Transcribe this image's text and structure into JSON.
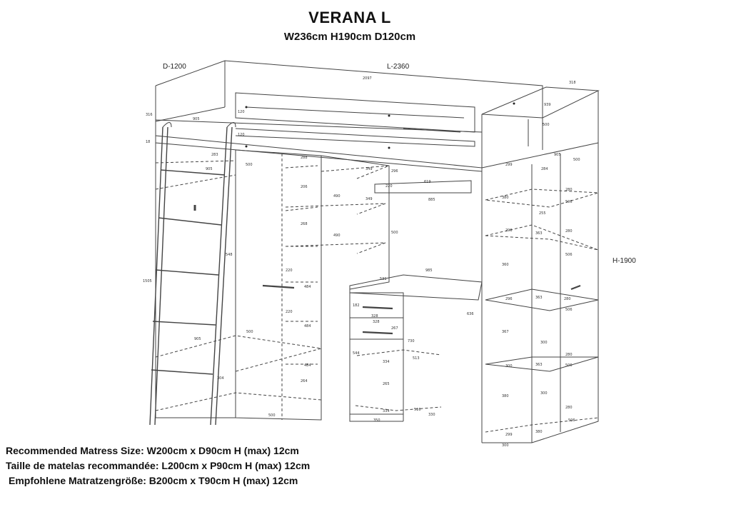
{
  "header": {
    "title": "VERANA L",
    "dimensions": "W236cm H190cm D120cm"
  },
  "main_dimensions": {
    "depth": "D-1200",
    "length": "L-2360",
    "height": "H-1900"
  },
  "detail_dimensions": {
    "top_length": "2097",
    "right_depth_top": "318",
    "side_height": "316",
    "left_offset": "18",
    "bed_depth": "905",
    "rail_120a": "120",
    "rail_120b": "120",
    "shelf_939": "939",
    "cabinet_500": "500",
    "ladder_905": "905",
    "ladder_283": "283",
    "ladder_height": "1505",
    "ladder_548": "548",
    "wardrobe_500": "500",
    "wardrobe_base_500": "500",
    "wardrobe_bottom_500": "500",
    "left_905_bottom": "905",
    "left_304": "304",
    "inner_288": "288",
    "inner_206": "206",
    "inner_268": "268",
    "inner_220a": "220",
    "inner_220b": "220",
    "inner_484a": "484",
    "inner_484b": "484",
    "inner_484c": "484",
    "inner_264": "264",
    "open_349a": "349",
    "open_349b": "349",
    "open_490a": "490",
    "open_490b": "490",
    "open_296": "296",
    "open_220": "220",
    "desk_shelf_619": "619",
    "desk_shelf_885": "885",
    "desk_500": "500",
    "desk_531": "531",
    "desk_985": "985",
    "desk_636": "636",
    "drawer_182": "182",
    "drawer_328a": "328",
    "drawer_328b": "328",
    "drawer_267": "267",
    "drawer_544": "544",
    "drawer_334a": "334",
    "drawer_334b": "334",
    "drawer_513": "513",
    "drawer_265": "265",
    "drawer_730": "730",
    "drawer_516": "516",
    "drawer_350": "350",
    "drawer_330": "330",
    "right_905": "905",
    "right_299a": "299",
    "right_299b": "299",
    "right_380a": "380",
    "right_380b": "380",
    "right_380c": "380",
    "right_360": "360",
    "right_296a": "296",
    "right_296b": "296",
    "right_367": "367",
    "right_300": "300",
    "right_284": "284",
    "right_280a": "280",
    "right_280b": "280",
    "right_280c": "280",
    "right_280d": "280",
    "right_280e": "280",
    "right_506a": "506",
    "right_506b": "506",
    "right_506c": "506",
    "right_506d": "506",
    "right_506e": "506",
    "right_363a": "363",
    "right_363b": "363",
    "right_363c": "363",
    "right_255": "255",
    "right_300b": "300",
    "right_300c": "300",
    "right_bottom_300": "300"
  },
  "notes": [
    "Recommended Matress Size: W200cm x D90cm H (max) 12cm",
    "Taille de matelas recommandée: L200cm x P90cm H (max) 12cm",
    "Empfohlene Matratzengröße: B200cm x T90cm H (max) 12cm"
  ]
}
